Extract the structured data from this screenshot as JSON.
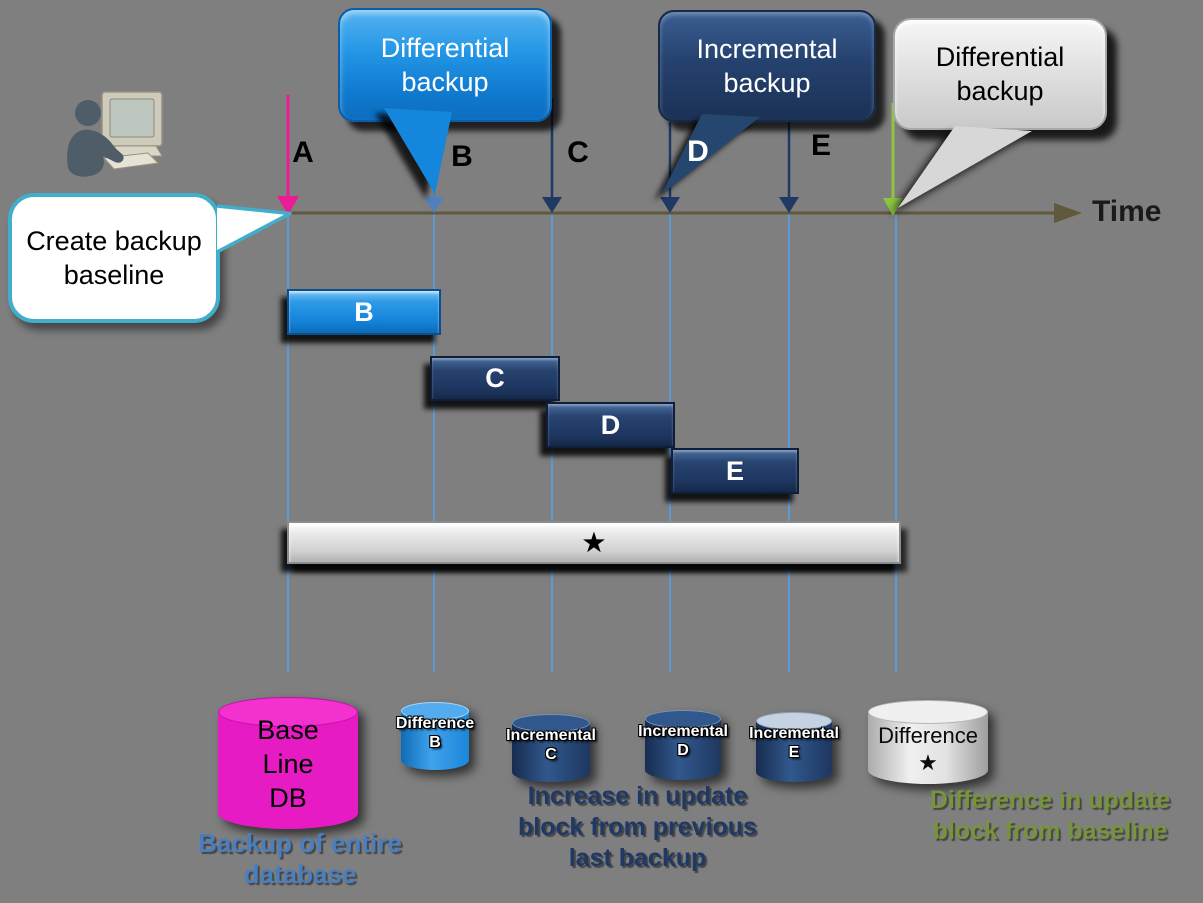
{
  "background_color": "#7F7F7F",
  "person_icon": {
    "name": "user-at-computer"
  },
  "callouts": {
    "baseline": {
      "text": "Create backup\nbaseline",
      "fill": "#FFFFFF",
      "border": "#41AECB",
      "text_color": "#000000"
    },
    "differential_b": {
      "text": "Differential\nbackup",
      "fill": "#1B8CDF",
      "text_color": "#FFFFFF"
    },
    "incremental": {
      "text": "Incremental\nbackup",
      "fill": "#1F3864",
      "text_color": "#FFFFFF"
    },
    "differential_star": {
      "text": "Differential\nbackup",
      "fill": "#DDDDDD",
      "text_color": "#000000"
    }
  },
  "timeline": {
    "axis_label": "Time",
    "axis_color": "#60593B",
    "guide_line_color": "#5B9BD5",
    "markers": [
      {
        "label": "A",
        "arrow_color": "#EC1C94",
        "label_color": "#000000"
      },
      {
        "label": "B",
        "arrow_color": "#4F81BD",
        "label_color": "#000000"
      },
      {
        "label": "C",
        "arrow_color": "#1F3864",
        "label_color": "#000000"
      },
      {
        "label": "D",
        "arrow_color": "#1F3864",
        "label_color": "#FFFFFF"
      },
      {
        "label": "E",
        "arrow_color": "#1F3864",
        "label_color": "#000000"
      },
      {
        "label": "",
        "arrow_color": "#8DC63F",
        "label_color": ""
      }
    ]
  },
  "bars": [
    {
      "label": "B",
      "color": "#1E8CE0"
    },
    {
      "label": "C",
      "color": "#1F3864"
    },
    {
      "label": "D",
      "color": "#1F3864"
    },
    {
      "label": "E",
      "color": "#1F3864"
    },
    {
      "label": "★",
      "color": "#D9D9D9"
    }
  ],
  "databases": [
    {
      "label": "Base\nLine\nDB",
      "color": "#E71BC4"
    },
    {
      "label": "Difference\nB",
      "color": "#1E8CE0"
    },
    {
      "label": "Incremental\nC",
      "color": "#1F3864"
    },
    {
      "label": "Incremental\nD",
      "color": "#1F3864"
    },
    {
      "label": "Incremental\nE",
      "color": "#1F3864"
    },
    {
      "label": "Difference\n★",
      "color": "#CFCFCF"
    }
  ],
  "captions": {
    "baseline_db": {
      "text": "Backup of entire\ndatabase",
      "color": "#4A7EBC"
    },
    "incremental": {
      "text": "Increase in update\nblock from previous\nlast backup",
      "color": "#1F3864"
    },
    "differential": {
      "text": "Difference in update\nblock from baseline",
      "color": "#77933C"
    }
  }
}
